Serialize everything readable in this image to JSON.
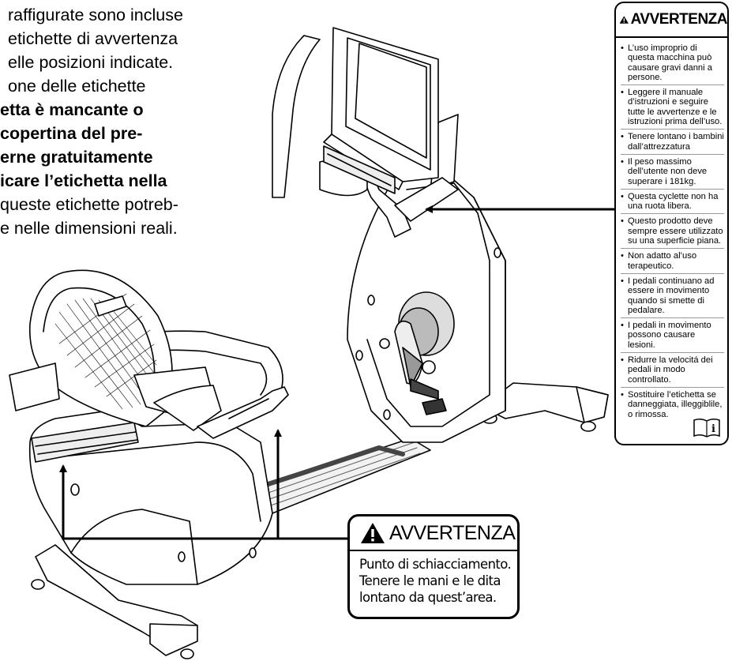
{
  "intro": {
    "lines": [
      {
        "text": "raffigurate sono incluse",
        "bold": false
      },
      {
        "text": "etichette di avvertenza",
        "bold": false
      },
      {
        "text": "elle posizioni indicate.",
        "bold": false
      },
      {
        "text": "one delle etichette",
        "bold": false
      },
      {
        "text": "etta è mancante o",
        "bold": true
      },
      {
        "text": "copertina del pre-",
        "bold": true
      },
      {
        "text": "erne gratuitamente",
        "bold": true
      },
      {
        "text": "icare l’etichetta nella",
        "bold": true
      },
      {
        "text": "queste etichette potreb-",
        "bold": false
      },
      {
        "text": "e nelle dimensioni reali.",
        "bold": false
      }
    ]
  },
  "warning_label_right": {
    "title": "AVVERTENZA",
    "icon": "warning-triangle-icon",
    "items": [
      "L’uso improprio di questa macchina può causare gravi danni a persone.",
      "Leggere il manuale d’istruzioni e seguire tutte le avvertenze e le istruzioni prima dell’uso.",
      "Tenere lontano i bambini dall’attrezzatura",
      "Il peso massimo dell’utente non deve superare i 181kg.",
      "Questa cyclette non ha una ruota libera.",
      "Questo prodotto deve sempre essere utilizzato su una superficie piana.",
      "Non adatto al’uso terapeutico.",
      "I pedali continuano ad essere in movimento quando si smette di pedalare.",
      "I pedali in movimento possono causare lesioni.",
      "Ridurre la velocitá dei pedali in modo controllato.",
      "Sostituire l’etichetta se danneggiata, illeggiblile, o rimossa."
    ],
    "manual_icon": "manual-book-info-icon",
    "manual_glyph": "i"
  },
  "warning_label_bottom": {
    "title": "AVVERTENZA",
    "icon": "warning-triangle-icon",
    "lines": [
      "Punto di schiacciamento.",
      "Tenere le mani e le dita",
      "lontano da quest’area."
    ]
  },
  "illustration": {
    "icon": "recumbent-exercise-bike-illustration"
  },
  "colors": {
    "ink": "#000000",
    "paper": "#ffffff",
    "rail": "#444444"
  }
}
